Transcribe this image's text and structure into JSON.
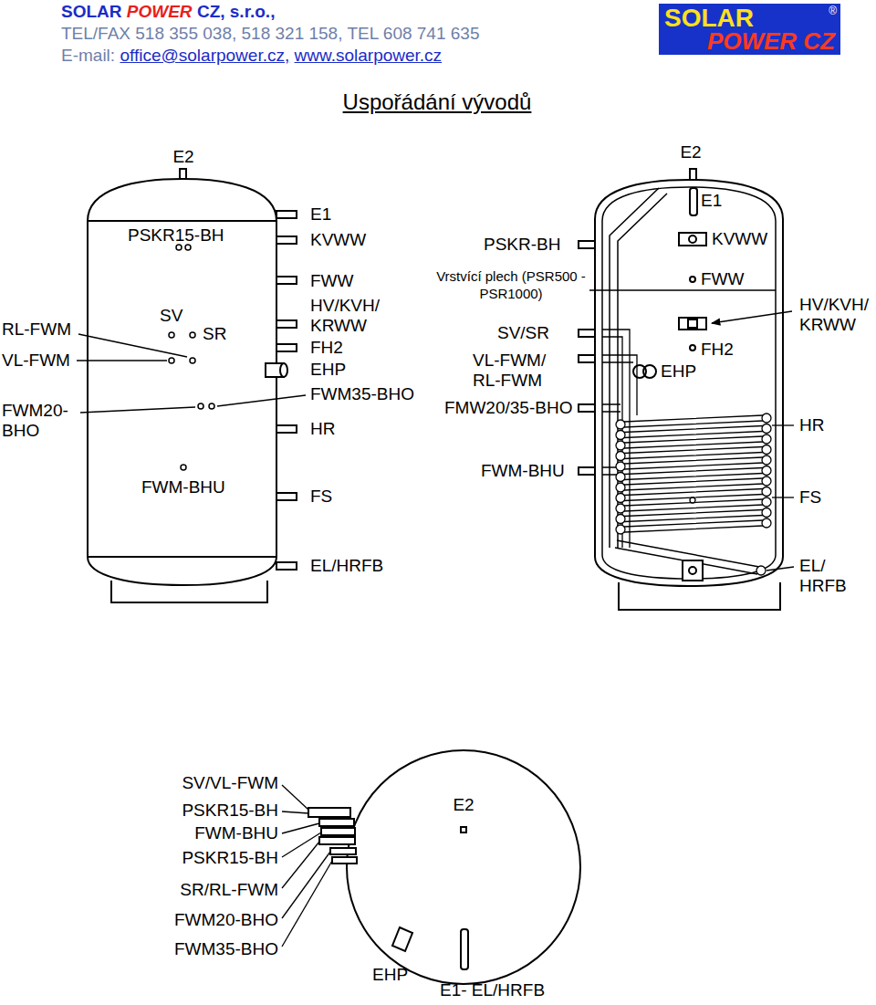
{
  "diagram": {
    "title": "Uspořádání vývodů",
    "nodes": [
      {
        "text": [
          "SOLAR",
          "POWER CZ",
          "®"
        ]
      }
    ],
    "labels": [
      "SOLAR",
      "POWER",
      "CZ, s.r.o.,",
      "TEL/FAX 518 355 038, 518 321 158, TEL 608 741 635",
      "E-mail:",
      "office@solarpower.cz,",
      "www.solarpower.cz",
      "E2",
      "PSKR15-BH",
      "E1",
      "KVWW",
      "FWW",
      "SV",
      "SR",
      "HV/KVH/ KRWW",
      "RL-FWM",
      "FH2",
      "VL-FWM",
      "EHP",
      "FWM35-BHO",
      "FWM20- BHO",
      "HR",
      "FWM-BHU",
      "FS",
      "EL/HRFB",
      "E2",
      "E1",
      "KVWW",
      "PSKR-BH",
      "Vrstvící plech (PSR500 - PSR1000)",
      "FWW",
      "HV/KVH/ KRWW",
      "SV/SR",
      "FH2",
      "VL-FWM/ RL-FWM",
      "EHP",
      "FMW20/35-BHO",
      "HR",
      "FWM-BHU",
      "FS",
      "EL/ HRFB",
      "SV/VL-FWM",
      "PSKR15-BH",
      "FWM-BHU",
      "PSKR15-BH",
      "SR/RL-FWM",
      "FWM20-BHO",
      "FWM35-BHO",
      "E2",
      "EHP",
      "E1- EL/HRFB"
    ]
  }
}
